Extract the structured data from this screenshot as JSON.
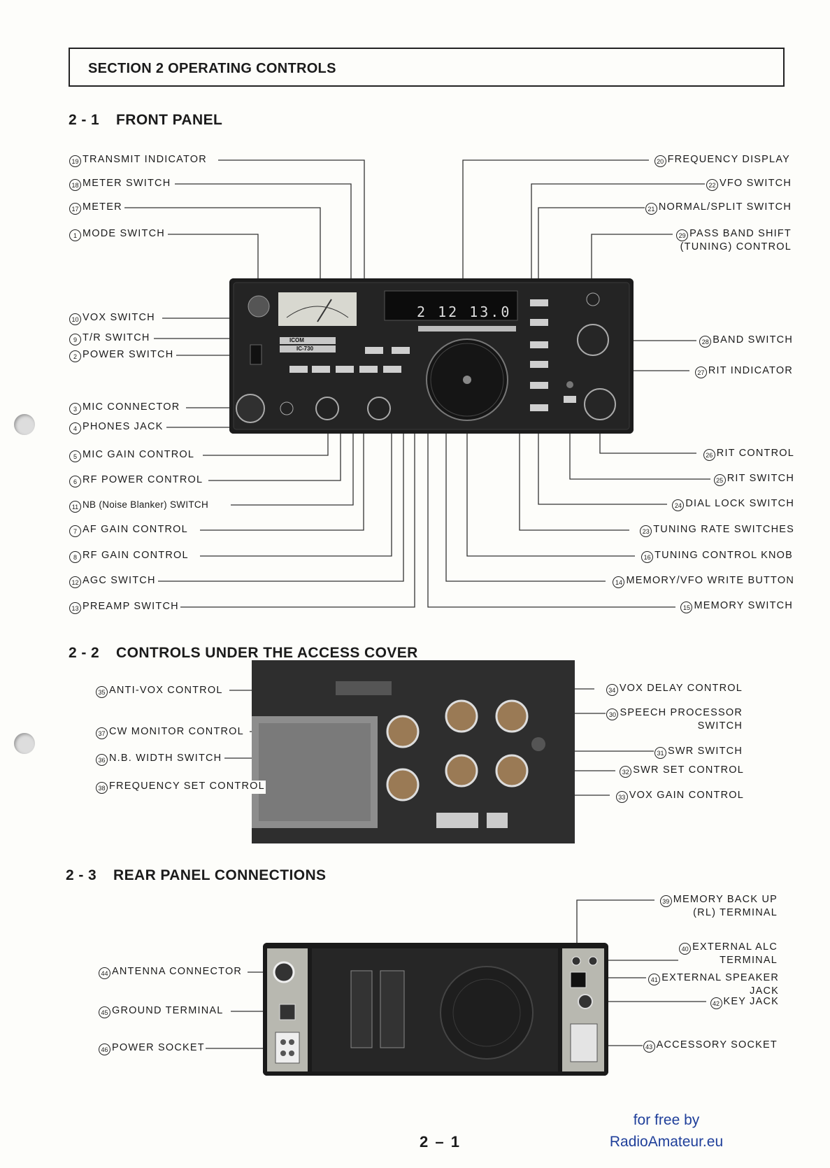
{
  "section": {
    "title": "SECTION  2  OPERATING CONTROLS"
  },
  "headings": {
    "front": {
      "num": "2 - 1",
      "text": "FRONT PANEL"
    },
    "access": {
      "num": "2 - 2",
      "text": "CONTROLS UNDER THE ACCESS COVER"
    },
    "rear": {
      "num": "2 - 3",
      "text": "REAR PANEL CONNECTIONS"
    }
  },
  "front_left": [
    {
      "n": "19",
      "text": "TRANSMIT INDICATOR"
    },
    {
      "n": "18",
      "text": "METER SWITCH"
    },
    {
      "n": "17",
      "text": "METER"
    },
    {
      "n": "1",
      "text": "MODE SWITCH"
    },
    {
      "n": "10",
      "text": "VOX SWITCH"
    },
    {
      "n": "9",
      "text": "T/R SWITCH"
    },
    {
      "n": "2",
      "text": "POWER SWITCH"
    },
    {
      "n": "3",
      "text": "MIC CONNECTOR"
    },
    {
      "n": "4",
      "text": "PHONES JACK"
    },
    {
      "n": "5",
      "text": "MIC GAIN CONTROL"
    },
    {
      "n": "6",
      "text": "RF POWER CONTROL"
    },
    {
      "n": "11",
      "text": "NB (Noise Blanker) SWITCH"
    },
    {
      "n": "7",
      "text": "AF GAIN CONTROL"
    },
    {
      "n": "8",
      "text": "RF GAIN CONTROL"
    },
    {
      "n": "12",
      "text": "AGC SWITCH"
    },
    {
      "n": "13",
      "text": "PREAMP SWITCH"
    }
  ],
  "front_right": [
    {
      "n": "20",
      "text": "FREQUENCY DISPLAY"
    },
    {
      "n": "22",
      "text": "VFO SWITCH"
    },
    {
      "n": "21",
      "text": "NORMAL/SPLIT SWITCH"
    },
    {
      "n": "29",
      "text": "PASS BAND SHIFT",
      "text2": "(TUNING) CONTROL"
    },
    {
      "n": "28",
      "text": "BAND SWITCH"
    },
    {
      "n": "27",
      "text": "RIT INDICATOR"
    },
    {
      "n": "26",
      "text": "RIT CONTROL"
    },
    {
      "n": "25",
      "text": "RIT SWITCH"
    },
    {
      "n": "24",
      "text": "DIAL LOCK SWITCH"
    },
    {
      "n": "23",
      "text": "TUNING RATE SWITCHES"
    },
    {
      "n": "16",
      "text": "TUNING CONTROL KNOB"
    },
    {
      "n": "14",
      "text": "MEMORY/VFO WRITE BUTTON"
    },
    {
      "n": "15",
      "text": "MEMORY SWITCH"
    }
  ],
  "access_left": [
    {
      "n": "35",
      "text": "ANTI-VOX CONTROL"
    },
    {
      "n": "37",
      "text": "CW MONITOR CONTROL"
    },
    {
      "n": "36",
      "text": "N.B. WIDTH SWITCH"
    },
    {
      "n": "38",
      "text": "FREQUENCY SET CONTROL"
    }
  ],
  "access_right": [
    {
      "n": "34",
      "text": "VOX DELAY CONTROL"
    },
    {
      "n": "30",
      "text": "SPEECH PROCESSOR",
      "text2": "SWITCH"
    },
    {
      "n": "31",
      "text": "SWR SWITCH"
    },
    {
      "n": "32",
      "text": "SWR SET CONTROL"
    },
    {
      "n": "33",
      "text": "VOX GAIN CONTROL"
    }
  ],
  "rear_left": [
    {
      "n": "44",
      "text": "ANTENNA CONNECTOR"
    },
    {
      "n": "45",
      "text": "GROUND TERMINAL"
    },
    {
      "n": "46",
      "text": "POWER SOCKET"
    }
  ],
  "rear_right": [
    {
      "n": "39",
      "text": "MEMORY BACK UP",
      "text2": "(RL) TERMINAL"
    },
    {
      "n": "40",
      "text": "EXTERNAL ALC",
      "text2": "TERMINAL"
    },
    {
      "n": "41",
      "text": "EXTERNAL SPEAKER",
      "text2": "JACK"
    },
    {
      "n": "42",
      "text": "KEY JACK"
    },
    {
      "n": "43",
      "text": "ACCESSORY SOCKET"
    }
  ],
  "device": {
    "brand": "ICOM",
    "model": "IC-730",
    "display": "2 12 13.0"
  },
  "footer": {
    "credit1": "for free by",
    "credit2": "RadioAmateur.eu",
    "page": "2 – 1"
  }
}
